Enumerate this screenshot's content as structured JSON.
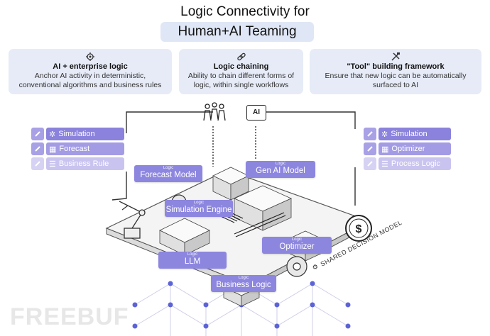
{
  "header": {
    "title_line1": "Logic Connectivity for",
    "title_line2": "Human+AI Teaming"
  },
  "cards": [
    {
      "icon": "gear-brain-icon",
      "title": "AI + enterprise logic",
      "desc": "Anchor AI activity in deterministic, conventional algorithms and business rules"
    },
    {
      "icon": "chain-link-icon",
      "title": "Logic chaining",
      "desc": "Ability to chain different forms of logic, within single workflows"
    },
    {
      "icon": "tools-icon",
      "title": "\"Tool\" building framework",
      "desc": "Ensure that new logic can be automatically surfaced to AI"
    }
  ],
  "left_logic": [
    {
      "label": "Simulation",
      "icon": "network-icon"
    },
    {
      "label": "Forecast",
      "icon": "grid-icon"
    },
    {
      "label": "Business Rule",
      "icon": "list-icon"
    }
  ],
  "right_logic": [
    {
      "label": "Simulation",
      "icon": "network-icon"
    },
    {
      "label": "Optimizer",
      "icon": "grid-icon"
    },
    {
      "label": "Process Logic",
      "icon": "list-icon"
    }
  ],
  "diagram_tags": {
    "small_label": "Logic",
    "forecast_model": "Forecast Model",
    "gen_ai_model": "Gen AI Model",
    "simulation_engine": "Simulation Engine",
    "optimizer": "Optimizer",
    "llm": "LLM",
    "business_logic": "Business Logic"
  },
  "ai_badge": "AI",
  "shared_label": "SHARED DECISION MODEL",
  "watermark": "FREEBUF",
  "colors": {
    "accent": "#8a82dc",
    "card_bg": "#e6ebf7",
    "title_pill": "#dfe6f5"
  }
}
